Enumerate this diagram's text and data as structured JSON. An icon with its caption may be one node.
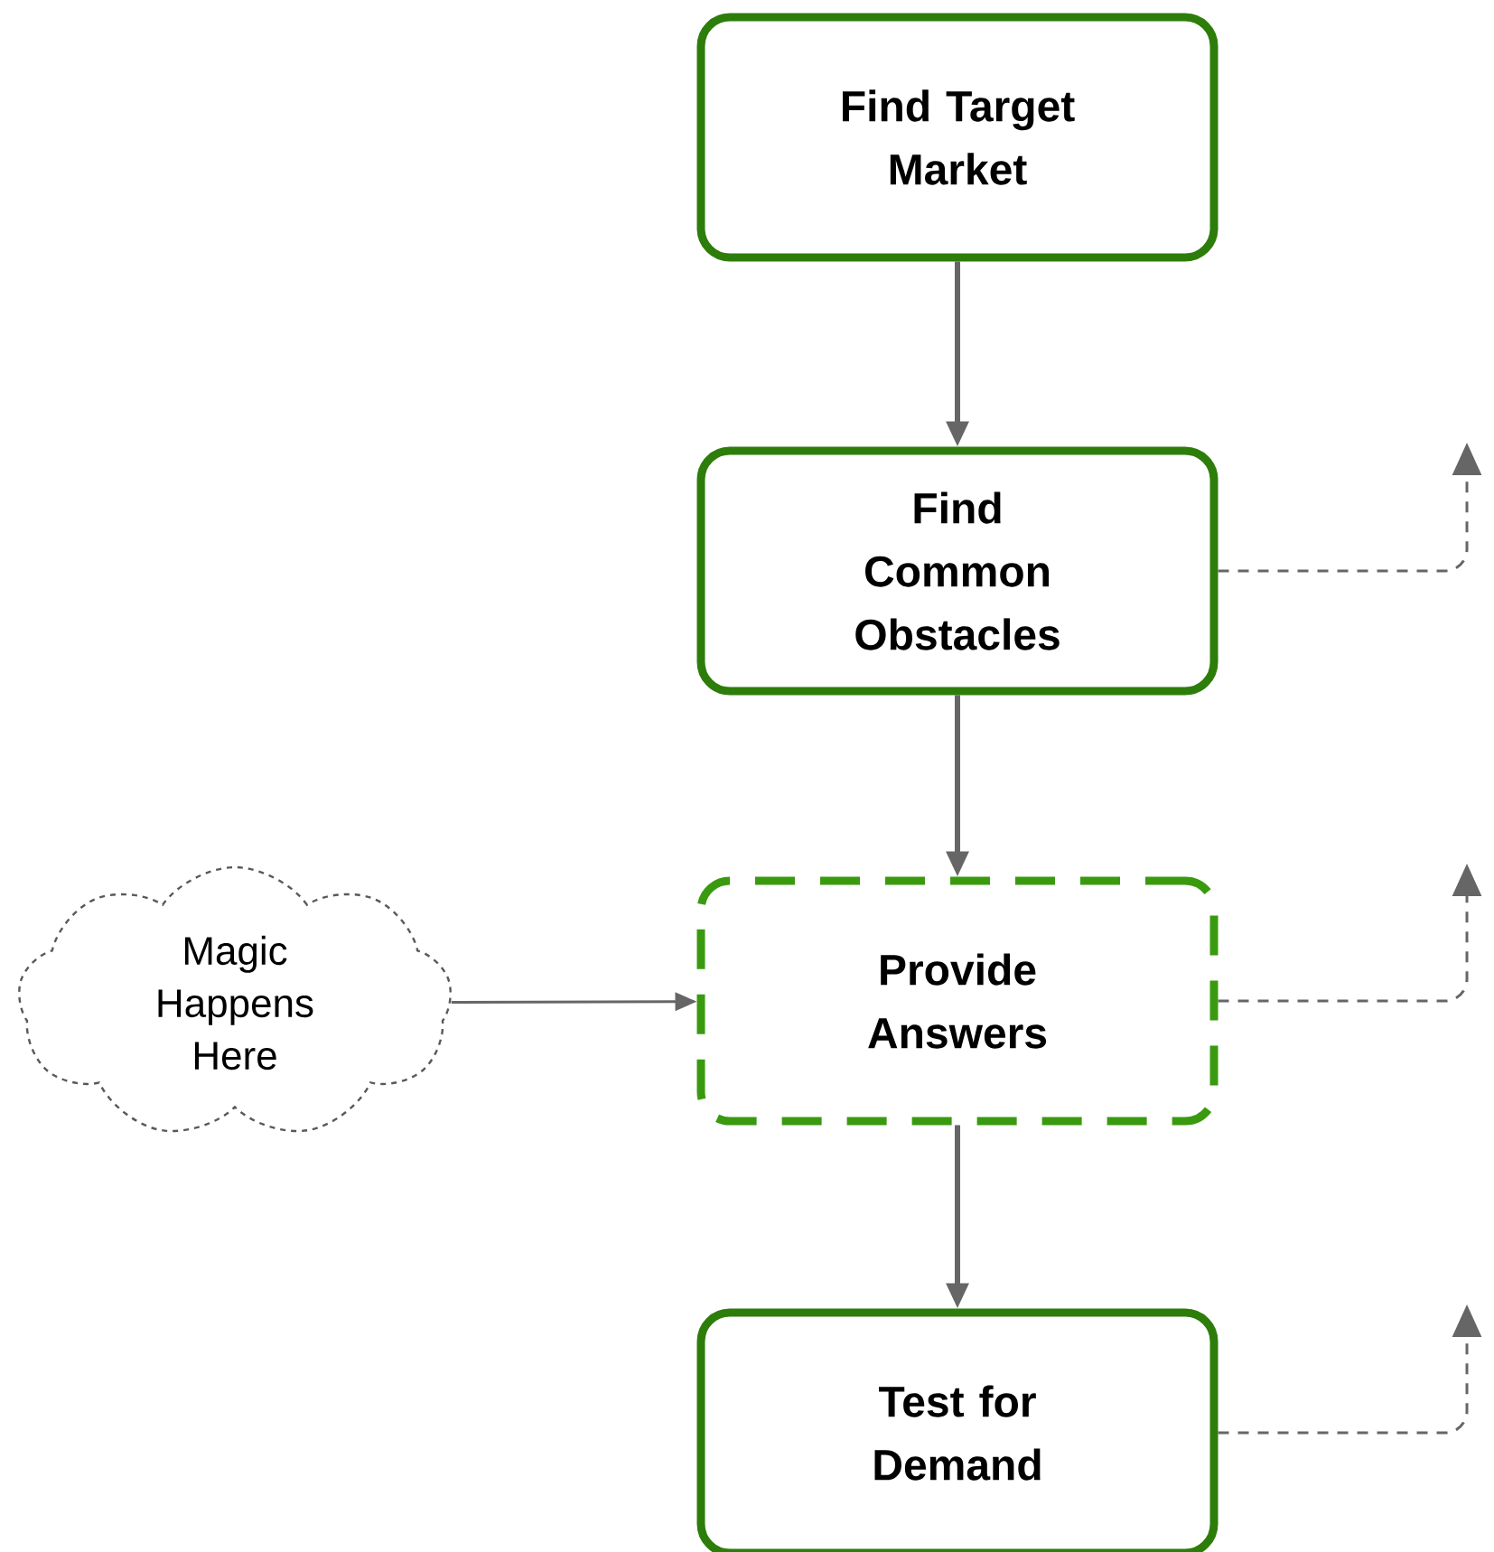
{
  "diagram": {
    "nodes": [
      {
        "text": [
          "Find Target Market"
        ]
      },
      {
        "text": [
          "Find Common Obstacles"
        ]
      },
      {
        "text": [
          "Magic Happens Here"
        ]
      },
      {
        "text": [
          "Provide Answers"
        ]
      },
      {
        "text": [
          "Test for Demand"
        ]
      }
    ],
    "edges": [
      {
        "from": 0,
        "to": 1,
        "arrow": "to",
        "style": "thick"
      },
      {
        "from": 1,
        "to": 3,
        "arrow": "to",
        "style": "thick"
      },
      {
        "from": 2,
        "to": 3,
        "arrow": "to"
      },
      {
        "from": 3,
        "to": 4,
        "arrow": "to",
        "style": "thick"
      },
      {
        "from": 1,
        "to": null,
        "arrow": "to",
        "style": "dashed"
      },
      {
        "from": 3,
        "to": null,
        "arrow": "to",
        "style": "dashed"
      },
      {
        "from": 4,
        "to": null,
        "arrow": "to",
        "style": "dashed"
      }
    ]
  }
}
